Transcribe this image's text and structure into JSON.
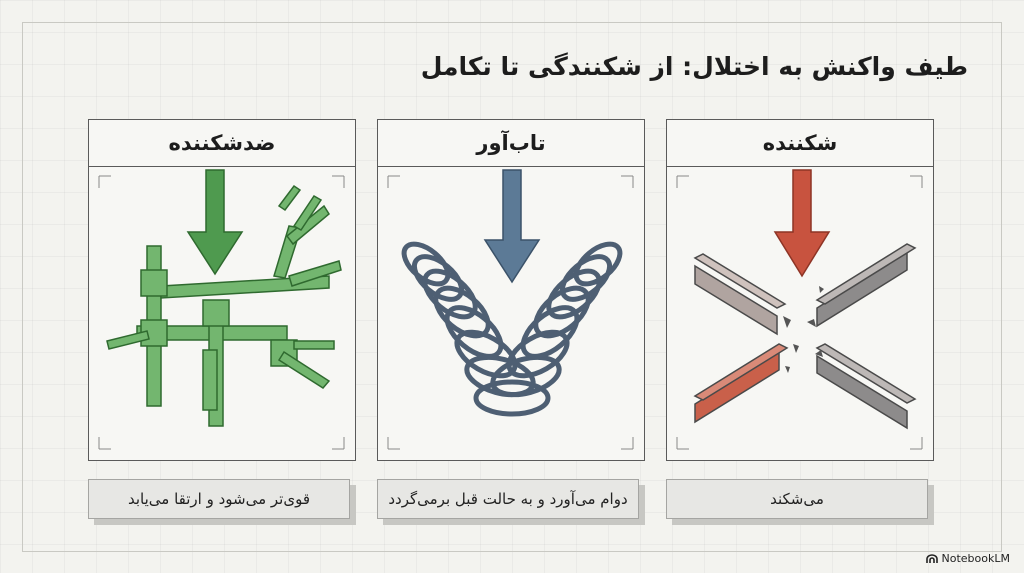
{
  "title": "طیف واکنش به اختلال: از شکنندگی تا تکامل",
  "panels": [
    {
      "label": "شکننده",
      "caption": "می‌شکند"
    },
    {
      "label": "تاب‌آور",
      "caption": "دوام می‌آورد و به حالت قبل برمی‌گردد"
    },
    {
      "label": "ضدشکننده",
      "caption": "قوی‌تر می‌شود و ارتقا می‌یابد"
    }
  ],
  "colors": {
    "fragile": "#c8533f",
    "resilient": "#5c7a96",
    "antifragile": "#4f9a4f"
  },
  "branding": {
    "logo_text": "NotebookLM"
  }
}
